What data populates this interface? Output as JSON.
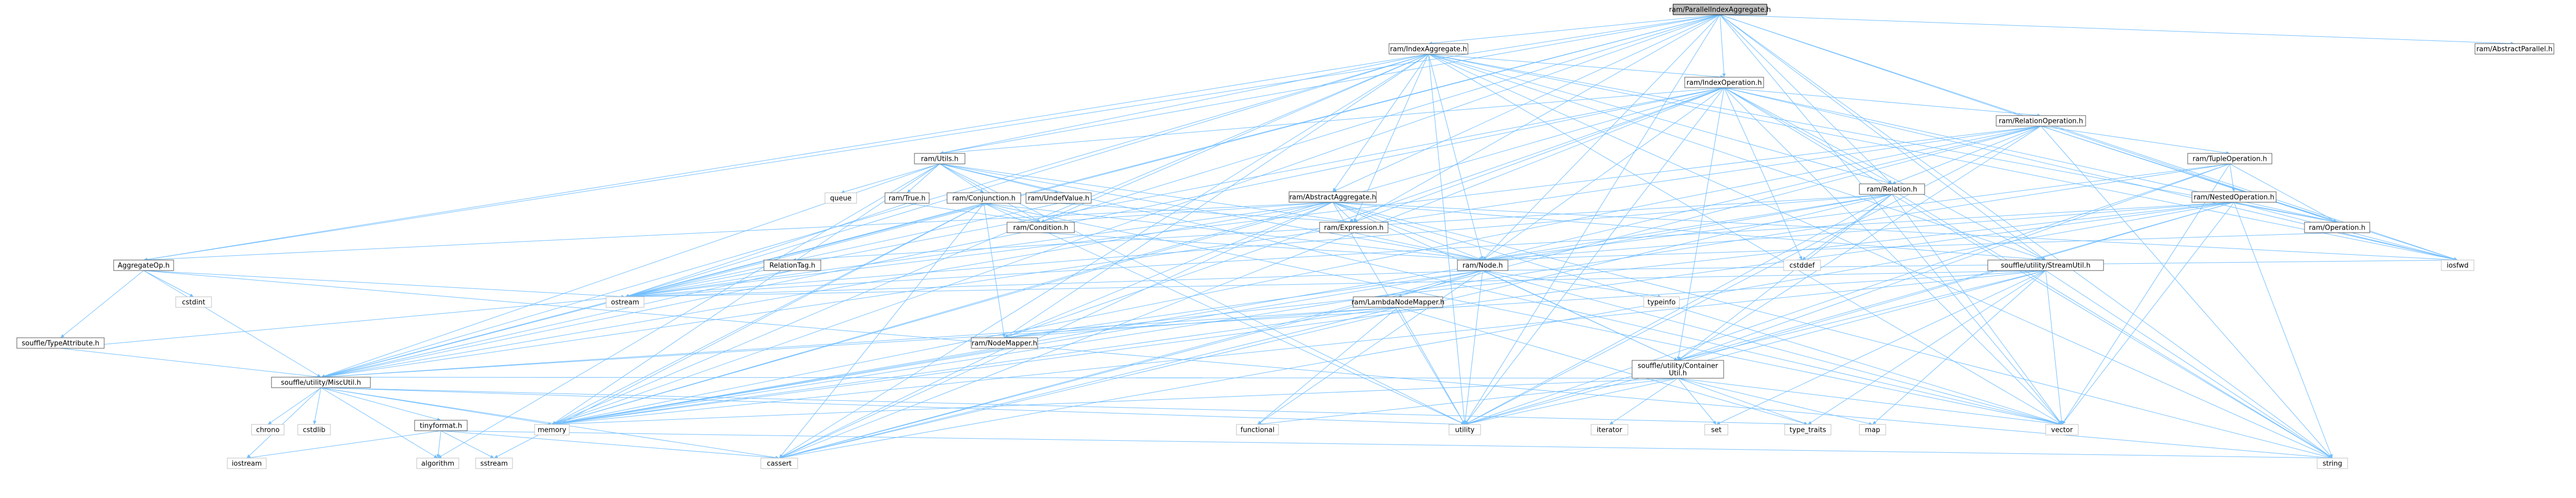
{
  "root": "ram/ParallelIndexAggregate.h",
  "nodes": [
    {
      "id": "parallelIndexAggregate",
      "label": "ram/ParallelIndexAggregate.h",
      "kind": "root"
    },
    {
      "id": "indexAggregate",
      "label": "ram/IndexAggregate.h",
      "kind": "header"
    },
    {
      "id": "abstractParallel",
      "label": "ram/AbstractParallel.h",
      "kind": "header"
    },
    {
      "id": "indexOperation",
      "label": "ram/IndexOperation.h",
      "kind": "header"
    },
    {
      "id": "relationOperation",
      "label": "ram/RelationOperation.h",
      "kind": "header"
    },
    {
      "id": "utils",
      "label": "ram/Utils.h",
      "kind": "header"
    },
    {
      "id": "tupleOperation",
      "label": "ram/TupleOperation.h",
      "kind": "header"
    },
    {
      "id": "abstractAggregate",
      "label": "ram/AbstractAggregate.h",
      "kind": "header"
    },
    {
      "id": "nestedOperation",
      "label": "ram/NestedOperation.h",
      "kind": "header"
    },
    {
      "id": "queue",
      "label": "queue",
      "kind": "system"
    },
    {
      "id": "true",
      "label": "ram/True.h",
      "kind": "header"
    },
    {
      "id": "conjunction",
      "label": "ram/Conjunction.h",
      "kind": "header"
    },
    {
      "id": "undefValue",
      "label": "ram/UndefValue.h",
      "kind": "header"
    },
    {
      "id": "relation",
      "label": "ram/Relation.h",
      "kind": "header"
    },
    {
      "id": "operation",
      "label": "ram/Operation.h",
      "kind": "header"
    },
    {
      "id": "condition",
      "label": "ram/Condition.h",
      "kind": "header"
    },
    {
      "id": "expression",
      "label": "ram/Expression.h",
      "kind": "header"
    },
    {
      "id": "node",
      "label": "ram/Node.h",
      "kind": "header"
    },
    {
      "id": "aggregateOp",
      "label": "AggregateOp.h",
      "kind": "header"
    },
    {
      "id": "relationTag",
      "label": "RelationTag.h",
      "kind": "header"
    },
    {
      "id": "cstddef",
      "label": "cstddef",
      "kind": "system"
    },
    {
      "id": "streamUtil",
      "label": "souffle/utility/StreamUtil.h",
      "kind": "header"
    },
    {
      "id": "iosfwd",
      "label": "iosfwd",
      "kind": "system"
    },
    {
      "id": "cstdint",
      "label": "cstdint",
      "kind": "system"
    },
    {
      "id": "ostream",
      "label": "ostream",
      "kind": "system"
    },
    {
      "id": "lambdaNodeMapper",
      "label": "ram/LambdaNodeMapper.h",
      "kind": "header"
    },
    {
      "id": "typeAttribute",
      "label": "souffle/TypeAttribute.h",
      "kind": "header"
    },
    {
      "id": "nodeMapper",
      "label": "ram/NodeMapper.h",
      "kind": "header"
    },
    {
      "id": "typeinfo",
      "label": "typeinfo",
      "kind": "system"
    },
    {
      "id": "containerUtil",
      "label": "souffle/utility/Container\nUtil.h",
      "kind": "header"
    },
    {
      "id": "miscUtil",
      "label": "souffle/utility/MiscUtil.h",
      "kind": "header"
    },
    {
      "id": "chrono",
      "label": "chrono",
      "kind": "system"
    },
    {
      "id": "cstdlib",
      "label": "cstdlib",
      "kind": "system"
    },
    {
      "id": "tinyformat",
      "label": "tinyformat.h",
      "kind": "header"
    },
    {
      "id": "memory",
      "label": "memory",
      "kind": "system"
    },
    {
      "id": "functional",
      "label": "functional",
      "kind": "system"
    },
    {
      "id": "iterator",
      "label": "iterator",
      "kind": "system"
    },
    {
      "id": "set",
      "label": "set",
      "kind": "system"
    },
    {
      "id": "utility",
      "label": "utility",
      "kind": "system"
    },
    {
      "id": "typeTraits",
      "label": "type_traits",
      "kind": "system"
    },
    {
      "id": "map",
      "label": "map",
      "kind": "system"
    },
    {
      "id": "vector",
      "label": "vector",
      "kind": "system"
    },
    {
      "id": "string",
      "label": "string",
      "kind": "system"
    },
    {
      "id": "sstream",
      "label": "sstream",
      "kind": "system"
    },
    {
      "id": "algorithm",
      "label": "algorithm",
      "kind": "system"
    },
    {
      "id": "cassert",
      "label": "cassert",
      "kind": "system"
    }
  ],
  "edges": [
    [
      "parallelIndexAggregate",
      "indexAggregate"
    ],
    [
      "parallelIndexAggregate",
      "abstractParallel"
    ],
    [
      "parallelIndexAggregate",
      "indexOperation"
    ],
    [
      "parallelIndexAggregate",
      "abstractAggregate"
    ],
    [
      "parallelIndexAggregate",
      "relation"
    ],
    [
      "parallelIndexAggregate",
      "utils"
    ],
    [
      "parallelIndexAggregate",
      "aggregateOp"
    ],
    [
      "parallelIndexAggregate",
      "condition"
    ],
    [
      "parallelIndexAggregate",
      "expression"
    ],
    [
      "parallelIndexAggregate",
      "node"
    ],
    [
      "parallelIndexAggregate",
      "operation"
    ],
    [
      "parallelIndexAggregate",
      "streamUtil"
    ],
    [
      "parallelIndexAggregate",
      "miscUtil"
    ],
    [
      "parallelIndexAggregate",
      "iosfwd"
    ],
    [
      "parallelIndexAggregate",
      "memory"
    ],
    [
      "parallelIndexAggregate",
      "ostream"
    ],
    [
      "parallelIndexAggregate",
      "string"
    ],
    [
      "parallelIndexAggregate",
      "utility"
    ],
    [
      "parallelIndexAggregate",
      "vector"
    ],
    [
      "indexAggregate",
      "indexOperation"
    ],
    [
      "indexAggregate",
      "abstractAggregate"
    ],
    [
      "indexAggregate",
      "relation"
    ],
    [
      "indexAggregate",
      "utils"
    ],
    [
      "indexAggregate",
      "aggregateOp"
    ],
    [
      "indexAggregate",
      "condition"
    ],
    [
      "indexAggregate",
      "expression"
    ],
    [
      "indexAggregate",
      "node"
    ],
    [
      "indexAggregate",
      "nodeMapper"
    ],
    [
      "indexAggregate",
      "operation"
    ],
    [
      "indexAggregate",
      "streamUtil"
    ],
    [
      "indexAggregate",
      "miscUtil"
    ],
    [
      "indexAggregate",
      "iosfwd"
    ],
    [
      "indexAggregate",
      "memory"
    ],
    [
      "indexAggregate",
      "ostream"
    ],
    [
      "indexAggregate",
      "string"
    ],
    [
      "indexAggregate",
      "utility"
    ],
    [
      "indexAggregate",
      "vector"
    ],
    [
      "indexAggregate",
      "cassert"
    ],
    [
      "indexOperation",
      "relationOperation"
    ],
    [
      "indexOperation",
      "relation"
    ],
    [
      "indexOperation",
      "utils"
    ],
    [
      "indexOperation",
      "expression"
    ],
    [
      "indexOperation",
      "node"
    ],
    [
      "indexOperation",
      "nodeMapper"
    ],
    [
      "indexOperation",
      "operation"
    ],
    [
      "indexOperation",
      "containerUtil"
    ],
    [
      "indexOperation",
      "miscUtil"
    ],
    [
      "indexOperation",
      "streamUtil"
    ],
    [
      "indexOperation",
      "cassert"
    ],
    [
      "indexOperation",
      "cstddef"
    ],
    [
      "indexOperation",
      "iosfwd"
    ],
    [
      "indexOperation",
      "memory"
    ],
    [
      "indexOperation",
      "ostream"
    ],
    [
      "indexOperation",
      "string"
    ],
    [
      "indexOperation",
      "utility"
    ],
    [
      "indexOperation",
      "vector"
    ],
    [
      "relationOperation",
      "tupleOperation"
    ],
    [
      "relationOperation",
      "relation"
    ],
    [
      "relationOperation",
      "node"
    ],
    [
      "relationOperation",
      "operation"
    ],
    [
      "relationOperation",
      "containerUtil"
    ],
    [
      "relationOperation",
      "miscUtil"
    ],
    [
      "relationOperation",
      "cassert"
    ],
    [
      "relationOperation",
      "iosfwd"
    ],
    [
      "relationOperation",
      "memory"
    ],
    [
      "relationOperation",
      "ostream"
    ],
    [
      "relationOperation",
      "string"
    ],
    [
      "relationOperation",
      "utility"
    ],
    [
      "tupleOperation",
      "nestedOperation"
    ],
    [
      "tupleOperation",
      "node"
    ],
    [
      "tupleOperation",
      "operation"
    ],
    [
      "tupleOperation",
      "containerUtil"
    ],
    [
      "tupleOperation",
      "memory"
    ],
    [
      "tupleOperation",
      "utility"
    ],
    [
      "tupleOperation",
      "vector"
    ],
    [
      "nestedOperation",
      "node"
    ],
    [
      "nestedOperation",
      "nodeMapper"
    ],
    [
      "nestedOperation",
      "operation"
    ],
    [
      "nestedOperation",
      "containerUtil"
    ],
    [
      "nestedOperation",
      "cassert"
    ],
    [
      "nestedOperation",
      "iosfwd"
    ],
    [
      "nestedOperation",
      "memory"
    ],
    [
      "nestedOperation",
      "ostream"
    ],
    [
      "nestedOperation",
      "string"
    ],
    [
      "nestedOperation",
      "utility"
    ],
    [
      "nestedOperation",
      "vector"
    ],
    [
      "utils",
      "queue"
    ],
    [
      "utils",
      "true"
    ],
    [
      "utils",
      "conjunction"
    ],
    [
      "utils",
      "undefValue"
    ],
    [
      "utils",
      "condition"
    ],
    [
      "utils",
      "expression"
    ],
    [
      "utils",
      "node"
    ],
    [
      "utils",
      "miscUtil"
    ],
    [
      "utils",
      "algorithm"
    ],
    [
      "utils",
      "memory"
    ],
    [
      "utils",
      "utility"
    ],
    [
      "utils",
      "vector"
    ],
    [
      "true",
      "condition"
    ],
    [
      "true",
      "ostream"
    ],
    [
      "conjunction",
      "condition"
    ],
    [
      "conjunction",
      "node"
    ],
    [
      "conjunction",
      "nodeMapper"
    ],
    [
      "conjunction",
      "miscUtil"
    ],
    [
      "conjunction",
      "cassert"
    ],
    [
      "conjunction",
      "memory"
    ],
    [
      "conjunction",
      "ostream"
    ],
    [
      "conjunction",
      "sstream"
    ],
    [
      "conjunction",
      "utility"
    ],
    [
      "conjunction",
      "vector"
    ],
    [
      "undefValue",
      "expression"
    ],
    [
      "undefValue",
      "ostream"
    ],
    [
      "abstractAggregate",
      "aggregateOp"
    ],
    [
      "abstractAggregate",
      "condition"
    ],
    [
      "abstractAggregate",
      "expression"
    ],
    [
      "abstractAggregate",
      "node"
    ],
    [
      "abstractAggregate",
      "nodeMapper"
    ],
    [
      "abstractAggregate",
      "containerUtil"
    ],
    [
      "abstractAggregate",
      "miscUtil"
    ],
    [
      "abstractAggregate",
      "streamUtil"
    ],
    [
      "abstractAggregate",
      "cassert"
    ],
    [
      "abstractAggregate",
      "iosfwd"
    ],
    [
      "abstractAggregate",
      "memory"
    ],
    [
      "abstractAggregate",
      "ostream"
    ],
    [
      "abstractAggregate",
      "string"
    ],
    [
      "abstractAggregate",
      "utility"
    ],
    [
      "abstractAggregate",
      "vector"
    ],
    [
      "relation",
      "relationTag"
    ],
    [
      "relation",
      "node"
    ],
    [
      "relation",
      "containerUtil"
    ],
    [
      "relation",
      "cassert"
    ],
    [
      "relation",
      "cstddef"
    ],
    [
      "relation",
      "memory"
    ],
    [
      "relation",
      "ostream"
    ],
    [
      "relation",
      "string"
    ],
    [
      "relation",
      "utility"
    ],
    [
      "relation",
      "vector"
    ],
    [
      "operation",
      "node"
    ],
    [
      "operation",
      "iosfwd"
    ],
    [
      "condition",
      "node"
    ],
    [
      "expression",
      "node"
    ],
    [
      "node",
      "lambdaNodeMapper"
    ],
    [
      "node",
      "nodeMapper"
    ],
    [
      "node",
      "containerUtil"
    ],
    [
      "node",
      "cassert"
    ],
    [
      "node",
      "functional"
    ],
    [
      "node",
      "iosfwd"
    ],
    [
      "node",
      "memory"
    ],
    [
      "node",
      "ostream"
    ],
    [
      "node",
      "typeinfo"
    ],
    [
      "node",
      "utility"
    ],
    [
      "node",
      "vector"
    ],
    [
      "aggregateOp",
      "typeAttribute"
    ],
    [
      "aggregateOp",
      "miscUtil"
    ],
    [
      "aggregateOp",
      "cstdint"
    ],
    [
      "aggregateOp",
      "ostream"
    ],
    [
      "aggregateOp",
      "string"
    ],
    [
      "relationTag",
      "miscUtil"
    ],
    [
      "relationTag",
      "ostream"
    ],
    [
      "typeAttribute",
      "miscUtil"
    ],
    [
      "typeAttribute",
      "ostream"
    ],
    [
      "streamUtil",
      "containerUtil"
    ],
    [
      "streamUtil",
      "miscUtil"
    ],
    [
      "streamUtil",
      "map"
    ],
    [
      "streamUtil",
      "memory"
    ],
    [
      "streamUtil",
      "ostream"
    ],
    [
      "streamUtil",
      "set"
    ],
    [
      "streamUtil",
      "string"
    ],
    [
      "streamUtil",
      "typeTraits"
    ],
    [
      "streamUtil",
      "utility"
    ],
    [
      "streamUtil",
      "vector"
    ],
    [
      "lambdaNodeMapper",
      "nodeMapper"
    ],
    [
      "lambdaNodeMapper",
      "miscUtil"
    ],
    [
      "lambdaNodeMapper",
      "functional"
    ],
    [
      "lambdaNodeMapper",
      "memory"
    ],
    [
      "lambdaNodeMapper",
      "typeTraits"
    ],
    [
      "lambdaNodeMapper",
      "utility"
    ],
    [
      "lambdaNodeMapper",
      "cassert"
    ],
    [
      "nodeMapper",
      "memory"
    ],
    [
      "nodeMapper",
      "cassert"
    ],
    [
      "containerUtil",
      "miscUtil"
    ],
    [
      "containerUtil",
      "functional"
    ],
    [
      "containerUtil",
      "iterator"
    ],
    [
      "containerUtil",
      "map"
    ],
    [
      "containerUtil",
      "memory"
    ],
    [
      "containerUtil",
      "set"
    ],
    [
      "containerUtil",
      "typeTraits"
    ],
    [
      "containerUtil",
      "utility"
    ],
    [
      "containerUtil",
      "vector"
    ],
    [
      "miscUtil",
      "tinyformat"
    ],
    [
      "miscUtil",
      "cassert"
    ],
    [
      "miscUtil",
      "chrono"
    ],
    [
      "miscUtil",
      "cstdlib"
    ],
    [
      "miscUtil",
      "iostream"
    ],
    [
      "miscUtil",
      "memory"
    ],
    [
      "miscUtil",
      "utility"
    ],
    [
      "miscUtil",
      "typeTraits"
    ],
    [
      "miscUtil",
      "algorithm"
    ],
    [
      "tinyformat",
      "algorithm"
    ],
    [
      "tinyformat",
      "cassert"
    ],
    [
      "tinyformat",
      "iostream"
    ],
    [
      "tinyformat",
      "sstream"
    ],
    [
      "tinyformat",
      "string"
    ]
  ],
  "extra_system": [
    {
      "id": "iostream",
      "label": "iostream",
      "kind": "system"
    }
  ],
  "colors": {
    "edge": "#63b8ff",
    "root_fill": "#bfbfbf",
    "root_border": "#000000",
    "header_border": "#555555",
    "system_border": "#bfbfbf",
    "node_fill": "#ffffff"
  }
}
